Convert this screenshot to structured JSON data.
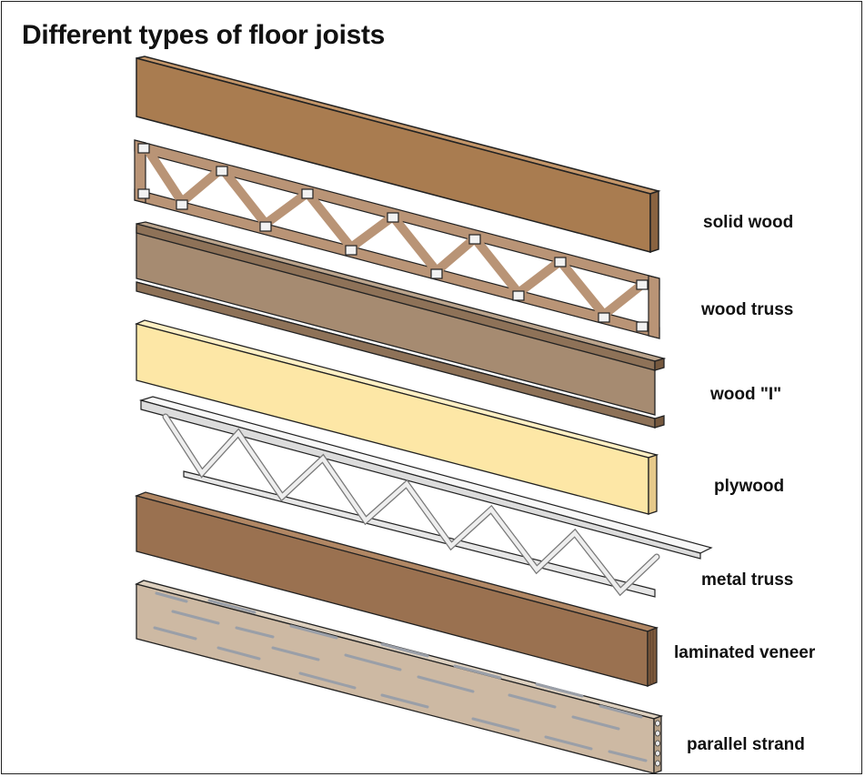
{
  "title": "Different types of floor joists",
  "labels": {
    "solid_wood": "solid wood",
    "wood_truss": "wood truss",
    "wood_i": "wood \"I\"",
    "plywood": "plywood",
    "metal_truss": "metal truss",
    "laminated_veneer": "laminated veneer",
    "parallel_strand": "parallel strand"
  },
  "colors": {
    "solid_wood": "#a97c50",
    "wood_truss": "#b99476",
    "wood_i": "#a68b71",
    "plywood": "#fde7a6",
    "metal_truss": "#eeeeee",
    "laminated_veneer": "#9a7150",
    "parallel_strand": "#cdb9a3"
  }
}
